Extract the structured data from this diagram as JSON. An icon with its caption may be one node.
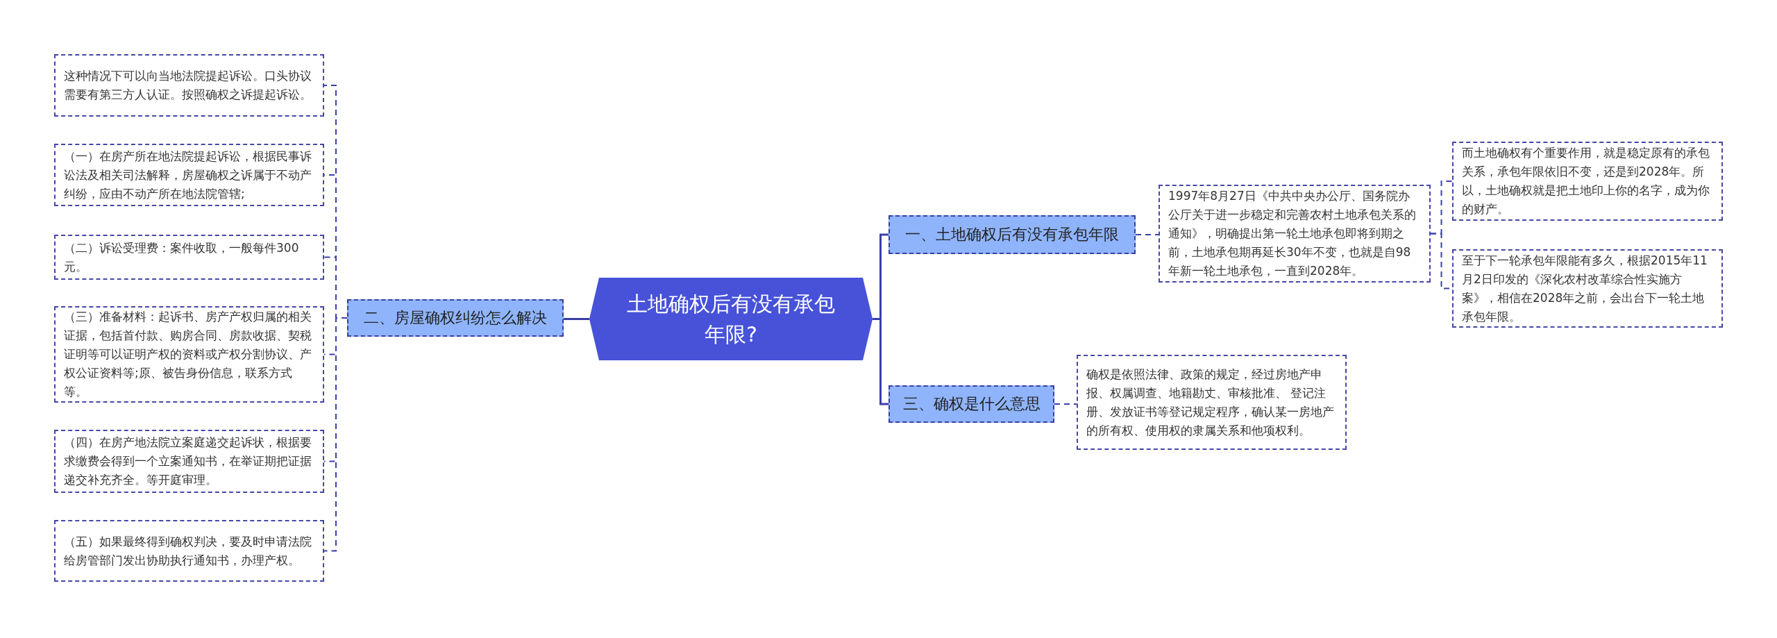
{
  "diagram": {
    "nodes": [
      {
        "text": [
          "土地确权后有没有承包年限?"
        ]
      },
      {
        "text": [
          "二、房屋确权纠纷怎么解决"
        ]
      },
      {
        "text": [
          "这种情况下可以向当地法院提起诉讼。口头协议需要有第三方人认证。按照确权之诉提起诉讼。"
        ]
      },
      {
        "text": [
          "（一）在房产所在地法院提起诉讼，根据民事诉讼法及相关司法解释，房屋确权之诉属于不动产纠纷，应由不动产所在地法院管辖;"
        ]
      },
      {
        "text": [
          "（二）诉讼受理费：案件收取，一般每件300元。"
        ]
      },
      {
        "text": [
          "（三）准备材料：起诉书、房产产权归属的相关证据，包括首付款、购房合同、房款收据、契税证明等可以证明产权的资料或产权分割协议、产权公证资料等;原、被告身份信息，联系方式等。"
        ]
      },
      {
        "text": [
          "（四）在房产地法院立案庭递交起诉状，根据要求缴费会得到一个立案通知书，在举证期把证据递交补充齐全。等开庭审理。"
        ]
      },
      {
        "text": [
          "（五）如果最终得到确权判决，要及时申请法院给房管部门发出协助执行通知书，办理产权。"
        ]
      },
      {
        "text": [
          "一、土地确权后有没有承包年限"
        ]
      },
      {
        "text": [
          "1997年8月27日《中共中央办公厅、国务院办公厅关于进一步稳定和完善农村土地承包关系的通知》，明确提出第一轮土地承包即将到期之前，土地承包期再延长30年不变，也就是自98年新一轮土地承包，一直到2028年。"
        ]
      },
      {
        "text": [
          "而土地确权有个重要作用，就是稳定原有的承包关系，承包年限依旧不变，还是到2028年。所以，土地确权就是把土地印上你的名字，成为你的财产。"
        ]
      },
      {
        "text": [
          "至于下一轮承包年限能有多久，根据2015年11月2日印发的《深化农村改革综合性实施方案》，相信在2028年之前，会出台下一轮土地承包年限。"
        ]
      },
      {
        "text": [
          "三、确权是什么意思"
        ]
      },
      {
        "text": [
          "确权是依照法律、政策的规定，经过房地产申报、权属调查、地籍勘丈、审核批准、 登记注册、发放证书等登记规定程序，确认某一房地产的所有权、使用权的隶属关系和他项权利。"
        ]
      }
    ],
    "edges": [
      {
        "from": 0,
        "to": 1,
        "arrow": "none"
      },
      {
        "from": 1,
        "to": 2,
        "arrow": "none",
        "style": "dashed"
      },
      {
        "from": 1,
        "to": 3,
        "arrow": "none",
        "style": "dashed"
      },
      {
        "from": 1,
        "to": 4,
        "arrow": "none",
        "style": "dashed"
      },
      {
        "from": 1,
        "to": 5,
        "arrow": "none",
        "style": "dashed"
      },
      {
        "from": 1,
        "to": 6,
        "arrow": "none",
        "style": "dashed"
      },
      {
        "from": 1,
        "to": 7,
        "arrow": "none",
        "style": "dashed"
      },
      {
        "from": 0,
        "to": 8,
        "arrow": "none"
      },
      {
        "from": 8,
        "to": 9,
        "arrow": "none",
        "style": "dashed"
      },
      {
        "from": 9,
        "to": 10,
        "arrow": "none",
        "style": "dashed"
      },
      {
        "from": 9,
        "to": 11,
        "arrow": "none",
        "style": "dashed"
      },
      {
        "from": 0,
        "to": 12,
        "arrow": "none"
      },
      {
        "from": 12,
        "to": 13,
        "arrow": "none",
        "style": "dashed"
      }
    ]
  }
}
